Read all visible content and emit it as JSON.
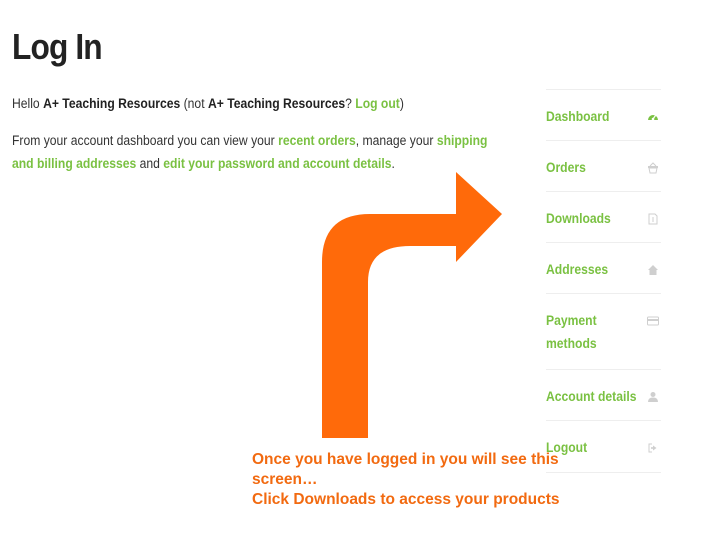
{
  "page": {
    "title": "Log In"
  },
  "greeting": {
    "hello": "Hello ",
    "user": "A+ Teaching Resources",
    "not_open": " (not ",
    "user_again": "A+ Teaching Resources",
    "not_close": "? ",
    "logout_link": "Log out",
    "paren_close": ")"
  },
  "intro": {
    "t1": "From your account dashboard you can view your ",
    "recent_orders": "recent orders",
    "t2": ", manage your ",
    "shipping": "shipping",
    "billing_addresses": "and billing addresses",
    "t3": " and ",
    "edit_password": "edit your password and account details",
    "t4": "."
  },
  "nav": {
    "items": [
      {
        "label": "Dashboard",
        "icon": "dashboard-gauge-icon"
      },
      {
        "label": "Orders",
        "icon": "basket-icon"
      },
      {
        "label": "Downloads",
        "icon": "file-download-icon"
      },
      {
        "label": "Addresses",
        "icon": "home-icon"
      },
      {
        "label_line1": "Payment",
        "label_line2": "methods",
        "icon": "credit-card-icon"
      },
      {
        "label": "Account details",
        "icon": "user-icon"
      },
      {
        "label": "Logout",
        "icon": "sign-out-icon"
      }
    ]
  },
  "annotation": {
    "line1": "Once you have logged in you will see this",
    "line2": "screen…",
    "line3": "Click Downloads to access your products",
    "color": "#f26a10"
  },
  "colors": {
    "accent_green": "#7ac142",
    "arrow_orange": "#ff6a0a",
    "icon_grey": "#cfcfcf"
  }
}
